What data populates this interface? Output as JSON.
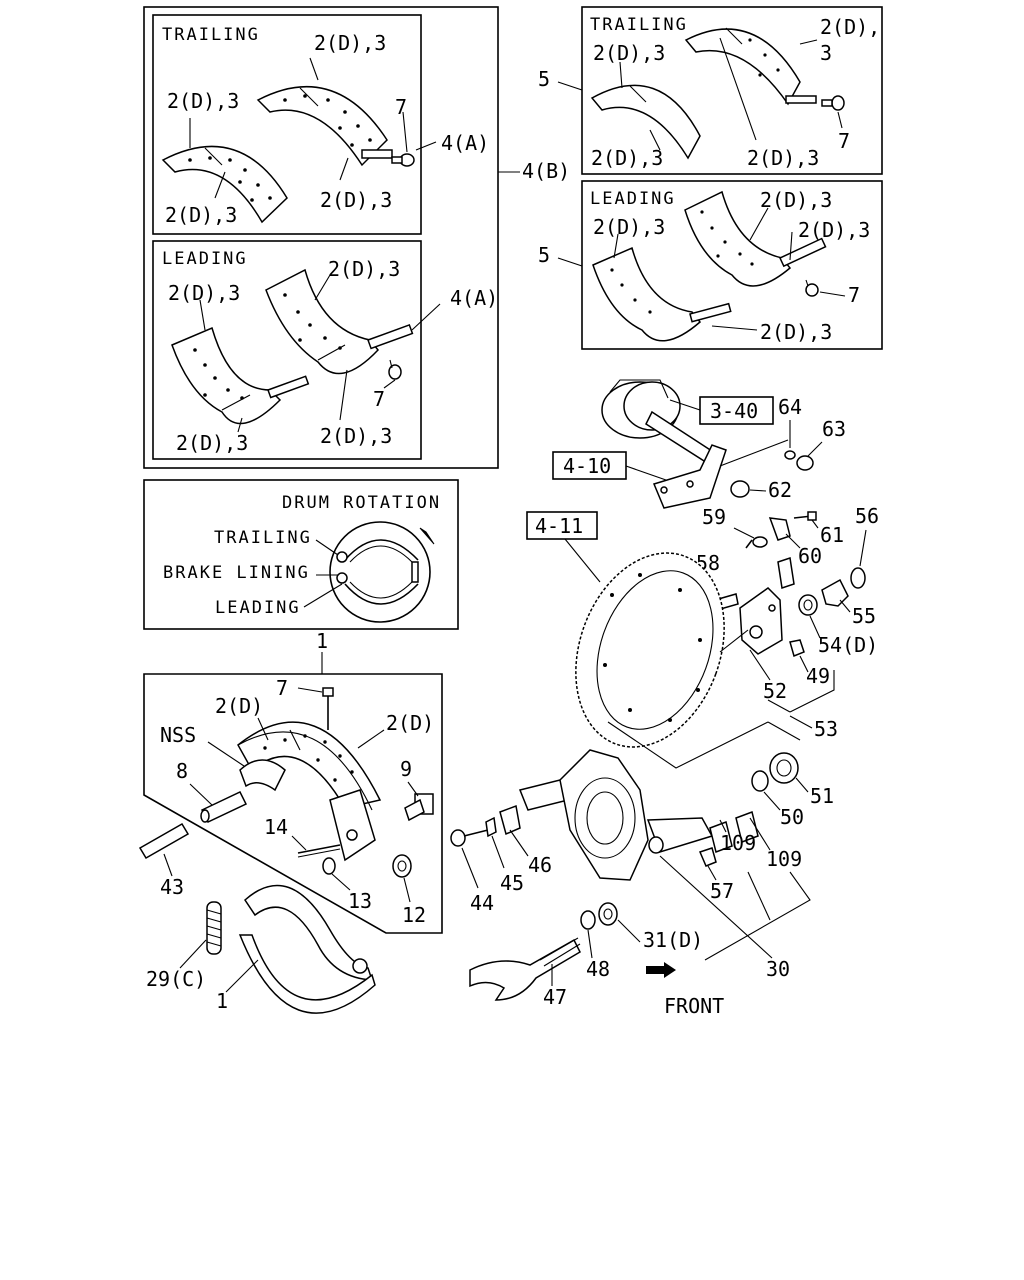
{
  "panels": {
    "a_trailing": {
      "title": "TRAILING",
      "c1": "2(D),3",
      "c2": "2(D),3",
      "c3": "2(D),3",
      "c4": "2(D),3",
      "c5": "7",
      "c6": "4(A)"
    },
    "a_leading": {
      "title": "LEADING",
      "c1": "2(D),3",
      "c2": "2(D),3",
      "c3": "2(D),3",
      "c4": "2(D),3",
      "c5": "7",
      "c6": "4(A)"
    },
    "group_b": "4(B)",
    "b_trailing": {
      "title": "TRAILING",
      "side": "5",
      "c1": "2(D),3",
      "c2a": "2(D),",
      "c2b": "3",
      "c3": "2(D),3",
      "c4": "2(D),3",
      "c5": "7"
    },
    "b_leading": {
      "title": "LEADING",
      "side": "5",
      "c1": "2(D),3",
      "c2": "2(D),3",
      "c3": "2(D),3",
      "c4": "2(D),3",
      "c5": "7"
    }
  },
  "legend": {
    "drum_rotation": "DRUM ROTATION",
    "trailing": "TRAILING",
    "brake_lining": "BRAKE LINING",
    "leading": "LEADING"
  },
  "shoe_group": {
    "l1": "1",
    "l7": "7",
    "l2d_a": "2(D)",
    "l2d_b": "2(D)",
    "nss": "NSS",
    "l8": "8",
    "l9": "9",
    "l14": "14",
    "l13": "13",
    "l12": "12",
    "l43": "43",
    "l29": "29(C)",
    "l1b": "1"
  },
  "refs": {
    "r340": "3-40",
    "r410": "4-10",
    "r411": "4-11"
  },
  "parts": {
    "p64": "64",
    "p63": "63",
    "p62": "62",
    "p59": "59",
    "p61": "61",
    "p56": "56",
    "p58": "58",
    "p60": "60",
    "p55": "55",
    "p54": "54(D)",
    "p49": "49",
    "p52": "52",
    "p53": "53",
    "p51": "51",
    "p50": "50",
    "p109a": "109",
    "p109b": "109",
    "p46": "46",
    "p44": "44",
    "p45": "45",
    "p57": "57",
    "p31": "31(D)",
    "p48": "48",
    "p47": "47",
    "p30": "30",
    "front": "FRONT"
  }
}
